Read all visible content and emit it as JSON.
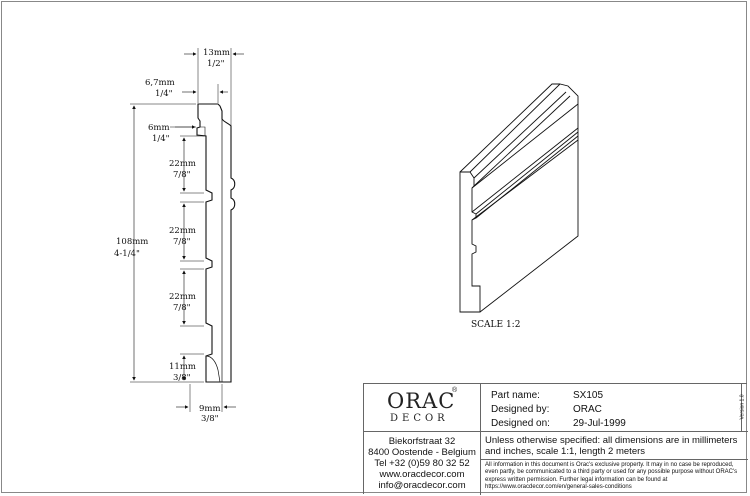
{
  "dimensions": {
    "width_top": [
      "13mm",
      "1/2\""
    ],
    "top_step": [
      "6,7mm",
      "1/4\""
    ],
    "notch": [
      "6mm",
      "1/4\""
    ],
    "segment1": [
      "22mm",
      "7/8\""
    ],
    "segment2": [
      "22mm",
      "7/8\""
    ],
    "segment3": [
      "22mm",
      "7/8\""
    ],
    "bottom": [
      "11mm",
      "3/8\""
    ],
    "total_height": [
      "108mm",
      "4-1/4\""
    ],
    "width_bottom": [
      "9mm",
      "3/8\""
    ]
  },
  "scale_label": "SCALE  1:2",
  "title_block": {
    "logo": {
      "main": "ORAC",
      "sub": "DECOR",
      "registered": "®"
    },
    "part_name": {
      "label": "Part name:",
      "value": "SX105"
    },
    "designed_by": {
      "label": "Designed by:",
      "value": "ORAC"
    },
    "designed_on": {
      "label": "Designed on:",
      "value": "29-Jul-1999"
    },
    "version": "Version 1.0",
    "address": [
      "Biekorfstraat 32",
      "8400 Oostende - Belgium",
      "Tel  +32 (0)59 80 32 52",
      "www.oracdecor.com",
      "info@oracdecor.com"
    ],
    "spec_note": "Unless otherwise specified: all dimensions are in millimeters and inches, scale 1:1, length 2 meters",
    "legal": "All information in this document is Orac's exclusive property.  It may in no case be reproduced, even partly, be communicated to a third party or used for any possible purpose without ORAC's express written permission. Further legal information can be found at https://www.oracdecor.com/en/general-sales-conditions"
  }
}
